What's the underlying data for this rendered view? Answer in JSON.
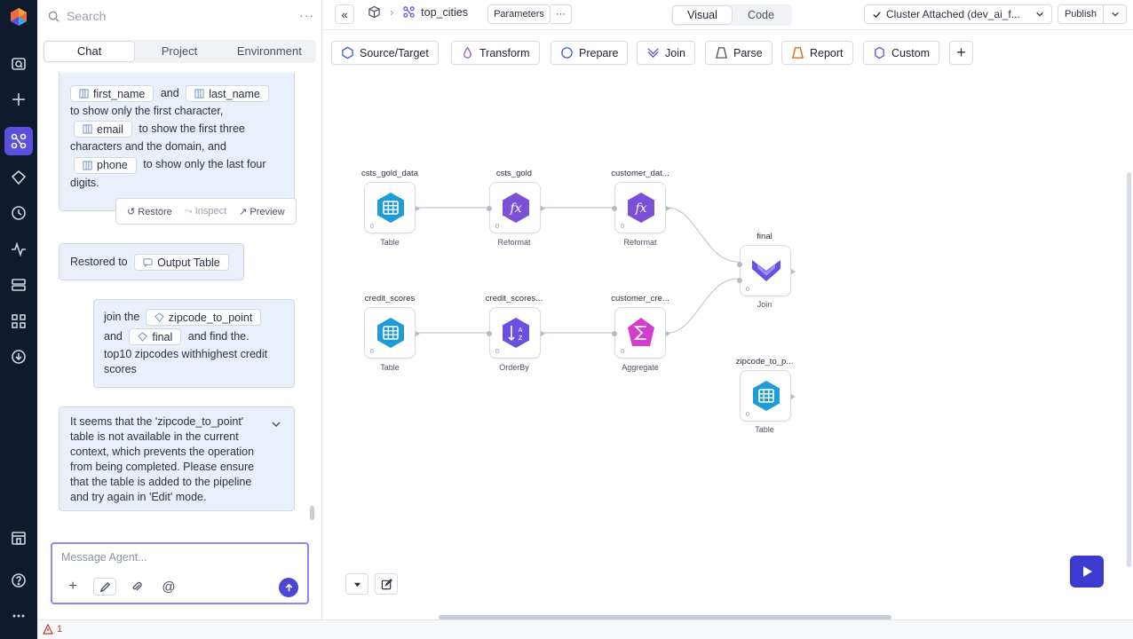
{
  "search": {
    "placeholder": "Search",
    "more": "···"
  },
  "tabs": [
    {
      "label": "Chat",
      "active": true
    },
    {
      "label": "Project",
      "active": false
    },
    {
      "label": "Environment",
      "active": false
    }
  ],
  "chat": {
    "msg1": {
      "chip_first_name": "first_name",
      "and": "and",
      "chip_last_name": "last_name",
      "line1": "to show only the first character,",
      "chip_email": "email",
      "line2a": "to show the first three",
      "line2b": "characters and the domain, and",
      "chip_phone": "phone",
      "line3a": "to show only the last four",
      "line3b": "digits."
    },
    "actions": {
      "restore": "Restore",
      "inspect": "Inspect",
      "preview": "Preview"
    },
    "restored": {
      "text": "Restored to",
      "chip": "Output Table"
    },
    "user_msg": {
      "prefix": "join the",
      "chip1": "zipcode_to_point",
      "and": "and",
      "chip2": "final",
      "mid": "and find the.",
      "rest": "top10 zipcodes withhighest credit scores"
    },
    "agent_msg": "It seems that the 'zipcode_to_point' table is not available in the current context, which prevents the operation from being completed. Please ensure that the table is added to the pipeline and try again in 'Edit' mode."
  },
  "composer": {
    "placeholder": "Message Agent..."
  },
  "status": {
    "warning_count": "1"
  },
  "topbar": {
    "collapse": "«",
    "pipeline_name": "top_cities",
    "parameters": "Parameters",
    "more": "···",
    "view_visual": "Visual",
    "view_code": "Code",
    "cluster": "Cluster Attached (dev_ai_f...",
    "publish": "Publish"
  },
  "toolbar": [
    {
      "label": "Source/Target",
      "icon": "hexagon-icon",
      "color": "#3b5bdb"
    },
    {
      "label": "Transform",
      "icon": "drop-icon",
      "color": "#9b59b6"
    },
    {
      "label": "Prepare",
      "icon": "circle-icon",
      "color": "#3b5bdb"
    },
    {
      "label": "Join",
      "icon": "join-icon",
      "color": "#5b4fe0"
    },
    {
      "label": "Parse",
      "icon": "trapezoid-icon",
      "color": "#4a5262"
    },
    {
      "label": "Report",
      "icon": "triangle-icon",
      "color": "#e8590c"
    },
    {
      "label": "Custom",
      "icon": "hexagon-icon",
      "color": "#7048e8"
    }
  ],
  "nodes": [
    {
      "id": "csts_gold_data",
      "title": "csts_gold_data",
      "type": "Table",
      "count": "0"
    },
    {
      "id": "csts_gold",
      "title": "csts_gold",
      "type": "Reformat",
      "count": "0"
    },
    {
      "id": "customer_dat",
      "title": "customer_dat...",
      "type": "Reformat",
      "count": "0"
    },
    {
      "id": "final",
      "title": "final",
      "type": "Join",
      "count": "0"
    },
    {
      "id": "credit_scores",
      "title": "credit_scores",
      "type": "Table",
      "count": "0"
    },
    {
      "id": "credit_scores2",
      "title": "credit_scores...",
      "type": "OrderBy",
      "count": "0"
    },
    {
      "id": "customer_cre",
      "title": "customer_cre...",
      "type": "Aggregate",
      "count": "0"
    },
    {
      "id": "zipcode_to_p",
      "title": "zipcode_to_p...",
      "type": "Table",
      "count": "0"
    }
  ],
  "colors": {
    "accent": "#5b4fe0",
    "table": "#1f9bd8",
    "fx": "#7b4fd6",
    "aggregate": "#d63bd0"
  }
}
